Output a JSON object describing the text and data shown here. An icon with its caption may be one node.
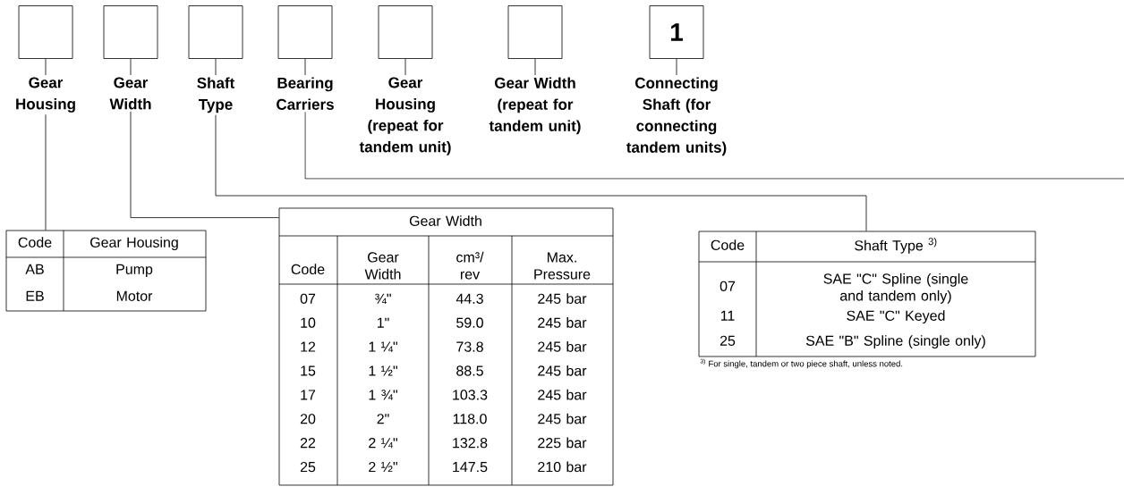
{
  "diagram": {
    "nodes": [
      {
        "text": [],
        "shape": "box"
      },
      {
        "text": [],
        "shape": "box"
      },
      {
        "text": [],
        "shape": "box"
      },
      {
        "text": [],
        "shape": "box"
      },
      {
        "text": [],
        "shape": "box"
      },
      {
        "text": [],
        "shape": "box"
      },
      {
        "text": [
          "1"
        ]
      },
      {
        "text": [
          "Gear Housing"
        ]
      },
      {
        "text": [
          "Gear Width"
        ]
      },
      {
        "text": [
          "Shaft Type"
        ]
      },
      {
        "text": [
          "Bearing Carriers"
        ]
      },
      {
        "text": [
          "Gear Housing (repeat for tandem unit)"
        ]
      },
      {
        "text": [
          "Gear Width (repeat for tandem unit)"
        ]
      },
      {
        "text": [
          "Connecting Shaft (for connecting tandem units)"
        ]
      },
      {
        "text": [
          "Code",
          "Gear Housing",
          "AB",
          "Pump",
          "EB",
          "Motor"
        ]
      },
      {
        "text": [
          "Gear Width",
          "Code",
          "Gear Width",
          "cm³/ rev",
          "Max. Pressure",
          "07",
          "¾\"",
          "44.3",
          "245 bar",
          "10",
          "1\"",
          "59.0",
          "245 bar",
          "12",
          "1 ¼\"",
          "73.8",
          "245 bar",
          "15",
          "1 ½\"",
          "88.5",
          "245 bar",
          "17",
          "1 ¾\"",
          "103.3",
          "245 bar",
          "20",
          "2\"",
          "118.0",
          "245 bar",
          "22",
          "2 ¼\"",
          "132.8",
          "225 bar",
          "25",
          "2 ½\"",
          "147.5",
          "210 bar"
        ]
      },
      {
        "text": [
          "Code",
          "Shaft Type $^{3)}$",
          "07",
          "SAE \"C\" Spline (single and tandem only)",
          "11",
          "SAE \"C\" Keyed",
          "25",
          "SAE \"B\" Spline (single only)"
        ]
      }
    ],
    "edges": [
      {
        "from": 0,
        "to": 7,
        "arrow": "none"
      },
      {
        "from": 1,
        "to": 8,
        "arrow": "none"
      },
      {
        "from": 2,
        "to": 9,
        "arrow": "none"
      },
      {
        "from": 3,
        "to": 10,
        "arrow": "none"
      },
      {
        "from": 4,
        "to": 11,
        "arrow": "none"
      },
      {
        "from": 5,
        "to": 12,
        "arrow": "none"
      },
      {
        "from": 6,
        "to": 13,
        "arrow": "none"
      },
      {
        "from": 7,
        "to": 14,
        "arrow": "none"
      },
      {
        "from": 8,
        "to": 15,
        "arrow": "none"
      },
      {
        "from": 9,
        "to": 16,
        "arrow": "none"
      },
      {
        "from": 10,
        "to": null,
        "arrow": "none"
      }
    ],
    "labels": [
      "$^{3)}$ For single, tandem or two piece shaft, unless noted."
    ]
  }
}
